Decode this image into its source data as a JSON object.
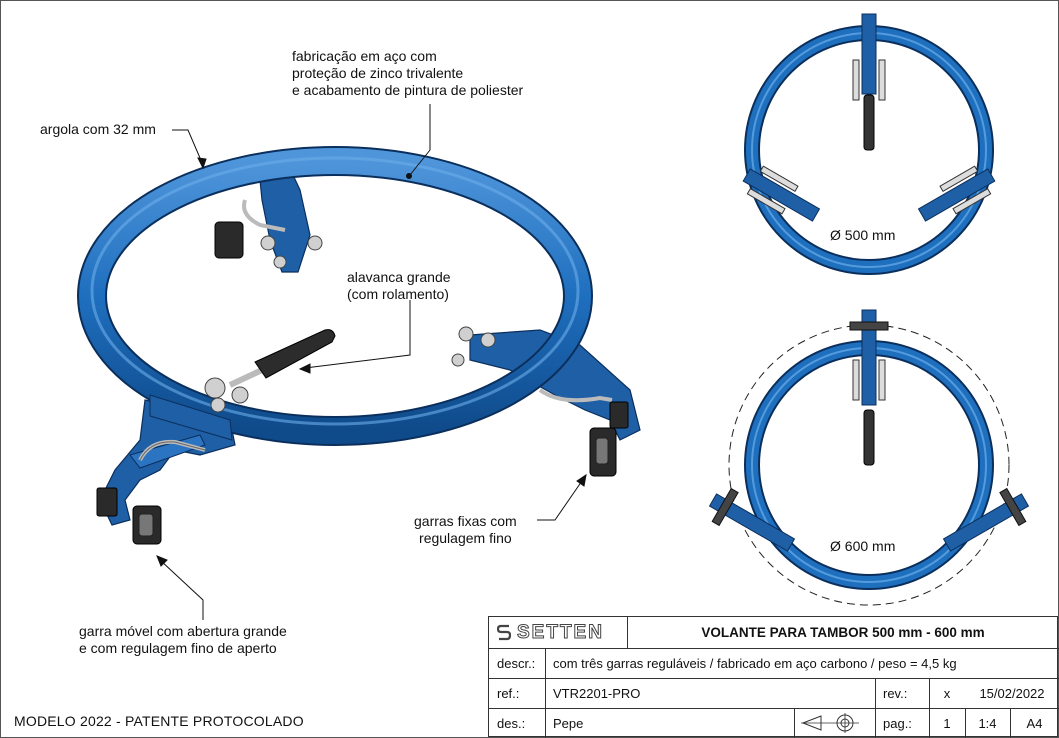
{
  "notes": {
    "fabricacao": [
      "fabricação em aço com",
      "proteção de zinco trivalente",
      "e acabamento de pintura de poliester"
    ],
    "argola": "argola com 32 mm",
    "alavanca": [
      "alavanca grande",
      "(com rolamento)"
    ],
    "garras_fixas": [
      "garras fixas com",
      "regulagem fino"
    ],
    "garra_movel": [
      "garra móvel com abertura grande",
      "e com regulagem fino de aperto"
    ],
    "diam_500": "Ø 500 mm",
    "diam_600": "Ø 600 mm"
  },
  "footer": {
    "model": "MODELO 2022 - PATENTE PROTOCOLADO"
  },
  "title_block": {
    "logo": "SETTEN",
    "title": "VOLANTE PARA TAMBOR 500 mm - 600 mm",
    "descr_label": "descr.:",
    "descr_value": "com três garras reguláveis / fabricado em aço carbono / peso = 4,5 kg",
    "ref_label": "ref.:",
    "ref_value": "VTR2201-PRO",
    "rev_label": "rev.:",
    "rev_value": "x",
    "date": "15/02/2022",
    "des_label": "des.:",
    "des_value": "Pepe",
    "pag_label": "pag.:",
    "pag_value": "1",
    "scale": "1:4",
    "format": "A4"
  },
  "colors": {
    "ring": "#1f6fbf",
    "ring_dark": "#0e3f7a",
    "ring_light": "#5aa0e0",
    "handle": "#333333",
    "steel": "#c8c8c8"
  }
}
